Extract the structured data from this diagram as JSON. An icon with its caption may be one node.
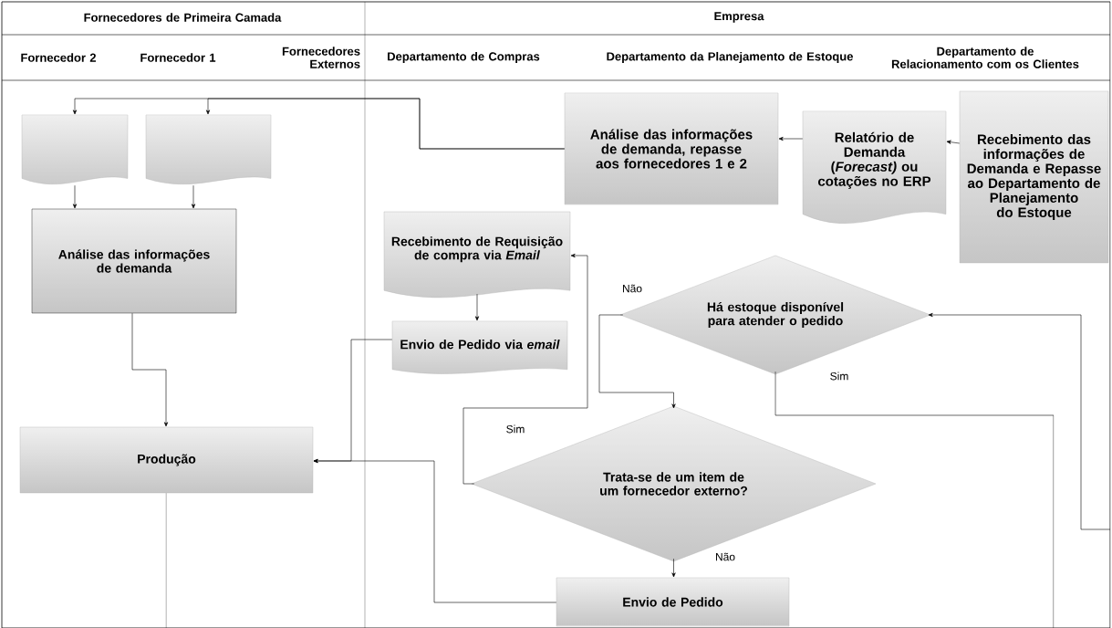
{
  "diagram": {
    "nodes": [
      {
        "text": [],
        "shape": "document"
      },
      {
        "text": [],
        "shape": "document"
      },
      {
        "text": [
          "Análise das informações de demanda"
        ]
      },
      {
        "text": [
          "Produção"
        ]
      },
      {
        "text": [
          "Análise das informações de demanda, repasse aos fornecedores 1 e 2"
        ]
      },
      {
        "text": [
          "Relatório de Demanda (*Forecast)* ou cotações no ERP"
        ]
      },
      {
        "text": [
          "Recebimento das informações de Demanda e Repasse ao Departamento de Planejamento do Estoque"
        ]
      },
      {
        "text": [
          "Recebimento de Requisição de compra via *Email*"
        ]
      },
      {
        "text": [
          "Envio de Pedido via *email*"
        ]
      },
      {
        "text": [
          "Há estoque disponível para atender o pedido"
        ]
      },
      {
        "text": [
          "Trata-se de um item de um fornecedor externo?"
        ]
      },
      {
        "text": [
          "Envio de Pedido"
        ]
      }
    ],
    "edges": [
      {
        "from": 6,
        "to": 5,
        "arrow": "to"
      },
      {
        "from": 5,
        "to": 4,
        "arrow": "to"
      },
      {
        "from": 4,
        "to": 0,
        "arrow": "to"
      },
      {
        "from": 4,
        "to": 1,
        "arrow": "to"
      },
      {
        "from": 0,
        "to": 2,
        "arrow": "to"
      },
      {
        "from": 1,
        "to": 2,
        "arrow": "to"
      },
      {
        "from": 2,
        "to": 3,
        "arrow": "to"
      },
      {
        "from": 7,
        "to": 8,
        "arrow": "to"
      },
      {
        "from": 8,
        "to": 3,
        "arrow": "to"
      },
      {
        "from": 11,
        "to": 3,
        "arrow": "to"
      },
      {
        "from": 10,
        "to": 7,
        "arrow": "to",
        "label": "Sim"
      },
      {
        "from": 9,
        "to": 10,
        "arrow": "to",
        "label": "Não"
      },
      {
        "from": 10,
        "to": 11,
        "arrow": "to",
        "label": "Não"
      },
      {
        "from": 9,
        "to": null,
        "arrow": "none",
        "label": "Sim"
      },
      {
        "from": null,
        "to": 9,
        "arrow": "to"
      },
      {
        "from": 3,
        "to": null,
        "arrow": "none"
      }
    ],
    "labels": [
      "Fornecedores de Primeira Camada",
      "Empresa",
      "Fornecedor 2",
      "Fornecedor 1",
      "Fornecedores Externos",
      "Departamento de Compras",
      "Departamento da Planejamento de Estoque",
      "Departamento de Relacionamento com os Clientes"
    ]
  }
}
